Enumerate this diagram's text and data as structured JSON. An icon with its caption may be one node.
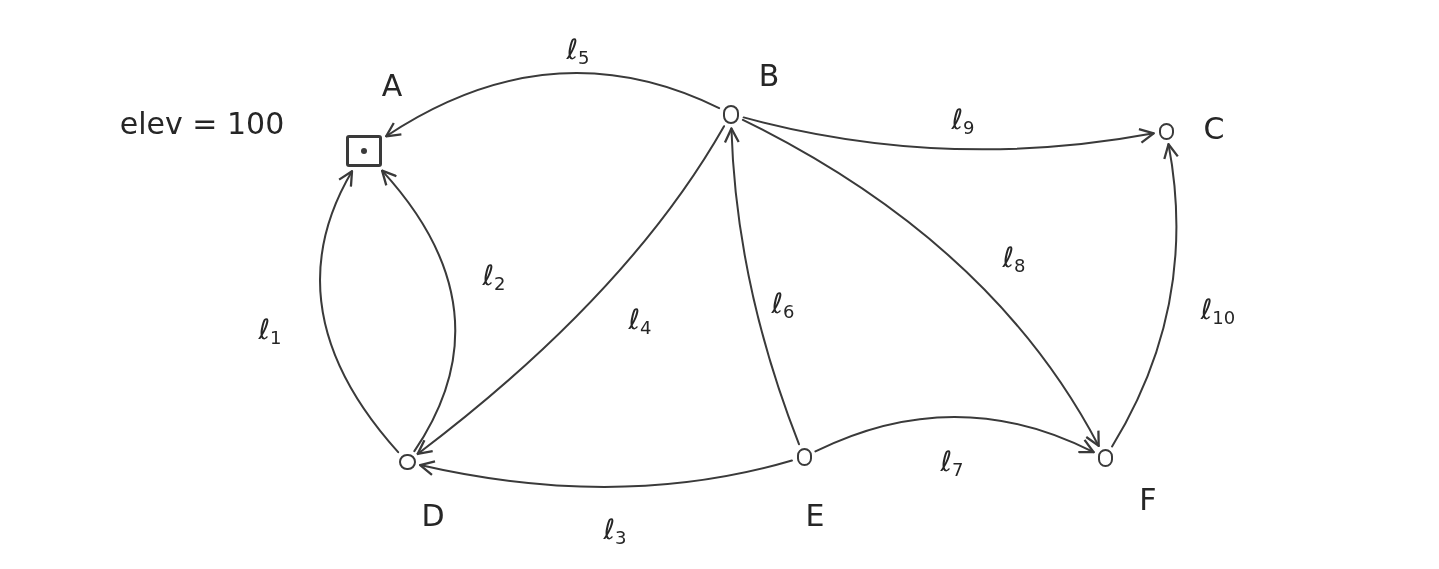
{
  "diagram": {
    "nodes": [
      {
        "text": [],
        "shape": "box",
        "beside": [
          "A",
          "elev = 100"
        ]
      },
      {
        "text": [],
        "shape": "circle",
        "beside": [
          "B"
        ]
      },
      {
        "text": [],
        "shape": "circle",
        "beside": [
          "C"
        ]
      },
      {
        "text": [],
        "shape": "circle",
        "beside": [
          "D"
        ]
      },
      {
        "text": [],
        "shape": "circle",
        "beside": [
          "E"
        ]
      },
      {
        "text": [],
        "shape": "circle",
        "beside": [
          "F"
        ]
      }
    ],
    "edges": [
      {
        "from": 3,
        "to": 0,
        "arrow": "to",
        "label": "ℓ$_{1}$"
      },
      {
        "from": 3,
        "to": 0,
        "arrow": "to",
        "label": "ℓ$_{2}$"
      },
      {
        "from": 4,
        "to": 3,
        "arrow": "to",
        "label": "ℓ$_{3}$"
      },
      {
        "from": 1,
        "to": 3,
        "arrow": "to",
        "label": "ℓ$_{4}$"
      },
      {
        "from": 1,
        "to": 0,
        "arrow": "to",
        "label": "ℓ$_{5}$"
      },
      {
        "from": 4,
        "to": 1,
        "arrow": "to",
        "label": "ℓ$_{6}$"
      },
      {
        "from": 4,
        "to": 5,
        "arrow": "to",
        "label": "ℓ$_{7}$"
      },
      {
        "from": 1,
        "to": 5,
        "arrow": "to",
        "label": "ℓ$_{8}$"
      },
      {
        "from": 1,
        "to": 2,
        "arrow": "to",
        "label": "ℓ$_{9}$"
      },
      {
        "from": 5,
        "to": 2,
        "arrow": "to",
        "label": "ℓ$_{10}$"
      }
    ]
  }
}
